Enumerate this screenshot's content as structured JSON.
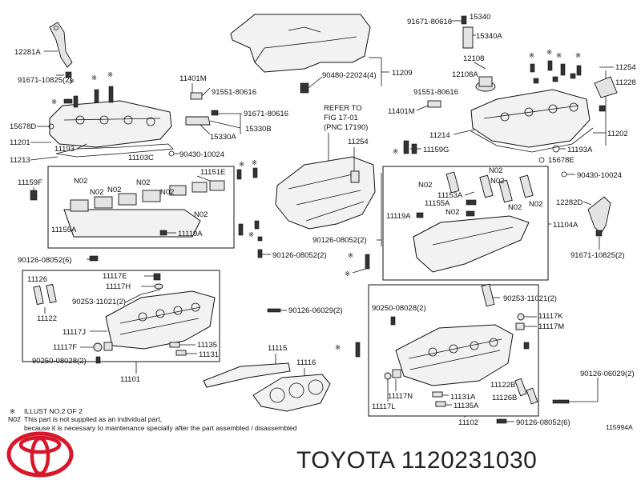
{
  "labels": {
    "l11209": "11209",
    "l12281a": "12281A",
    "l91671_10825_2_left": "91671-10825(2)",
    "l11401m_top": "11401M",
    "l91551_80616_top": "91551-80616",
    "l91671_80616_mid": "91671-80616",
    "l15678d": "15678D",
    "l15330a": "15330A",
    "l15330b": "15330B",
    "l11201": "11201",
    "l11193": "11193",
    "l11213": "11213",
    "l11103c": "11103C",
    "l90430_10024_left": "90430-10024",
    "l90480_22024": "90480-22024(4)",
    "l91671_80616_top": "91671-80616",
    "l15340": "15340",
    "l15340a": "15340A",
    "l12108": "12108",
    "l12108a": "12108A",
    "l11254_right": "11254",
    "l11228": "11228",
    "l91551_80616_r": "91551-80616",
    "l11401m_r": "11401M",
    "l11214": "11214",
    "l11202": "11202",
    "l11193a": "11193A",
    "l11159g": "11159G",
    "l15678e": "15678E",
    "l90430_10024_r": "90430-10024",
    "refer1": "REFER TO",
    "refer2": "FIG 17-01",
    "refer3": "(PNC 17190)",
    "l11254_mid": "11254",
    "l11159f": "11159F",
    "l11151e": "11151E",
    "l_n02_a": "N02",
    "l_n02_b": "N02",
    "l_n02_c": "N02",
    "l_n02_d": "N02",
    "l_n02_e": "N02",
    "l_n02_f": "N02",
    "l11155a_left": "11155A",
    "l11119a_left": "11119A",
    "l90126_08052_2_mid": "90126-08052(2)",
    "l90126_08052_2_mid2": "90126-08052(2)",
    "l11153a": "11153A",
    "l11155a_r": "11155A",
    "l_n02_r1": "N02",
    "l_n02_r2": "N02",
    "l_n02_r3": "N02",
    "l_n02_r4": "N02",
    "l_n02_r5": "N02",
    "l11119a_r": "11119A",
    "l11104a": "11104A",
    "l12282d": "12282D",
    "l91671_10825_2_r": "91671-10825(2)",
    "l90126_08052_6_left": "90126-08052(6)",
    "l11126": "11126",
    "l11122": "11122",
    "l11117e": "11117E",
    "l11117h": "11117H",
    "l90253_11021_2_left": "90253-11021(2)",
    "l11117j": "11117J",
    "l11117f": "11117F",
    "l90250_08028_2_left": "90250-08028(2)",
    "l11135": "11135",
    "l11131": "11131",
    "l11101": "11101",
    "l90126_06029_2_mid": "90126-06029(2)",
    "l11115": "11115",
    "l11116": "11116",
    "l90250_08028_2_r": "90250-08028(2)",
    "l90253_11021_2_r": "90253-11021(2)",
    "l11117k": "11117K",
    "l11117m": "11117M",
    "l11117n": "11117N",
    "l11117l": "11117L",
    "l11131a": "11131A",
    "l11135a": "11135A",
    "l11122b": "11122B",
    "l11126b": "11126B",
    "l90126_06029_2_r": "90126-06029(2)",
    "l11102": "11102",
    "l90126_08052_6_r": "90126-08052(6)",
    "l115994a": "115994A"
  },
  "notes": {
    "illust": "ILLUST NO.2 OF 2",
    "n02_line1": "This part is not supplied as an individual part,",
    "n02_line2": "because it is necessary to maintenance specially after the part assembled / disassembled",
    "n02_code": "N02",
    "mark": "※"
  },
  "footer": {
    "brand_text": "TOYOTA 1120231030"
  },
  "colors": {
    "logo_red": "#d8182a",
    "line": "#111111",
    "fill": "#f2f2f2"
  }
}
